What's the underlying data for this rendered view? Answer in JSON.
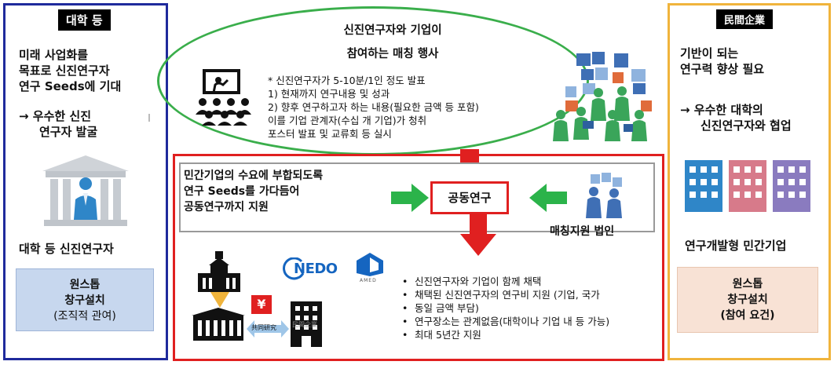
{
  "left": {
    "badge": "대학 등",
    "lines": [
      "미래 사업화를",
      "목표로 신진연구자",
      "연구 Seeds에 기대"
    ],
    "arrow_lines": [
      "→ 우수한 신진",
      "연구자 발굴"
    ],
    "caption": "대학 등 신진연구자",
    "box_lines": [
      "원스톱",
      "창구설치",
      "(조직적 관여)"
    ]
  },
  "ellipse": {
    "title_lines": [
      "신진연구자와 기업이",
      "참여하는 매칭 행사"
    ],
    "details": [
      "* 신진연구자가 5-10분/1인 정도 발표",
      "1)    현재까지 연구내용 및 성과",
      "2)    향후 연구하고자 하는 내용(필요한 금액 등 포함)",
      "이를 기업 관계자(수십 개 기업)가 청취",
      "포스터 발표 및 교류회 등 실시"
    ]
  },
  "support": {
    "lines": [
      "민간기업의 수요에 부합되도록",
      "연구 Seeds를 가다듬어",
      "공동연구까지 지원"
    ],
    "joint": "공동연구",
    "matching_org": "매칭지원 법인",
    "nedo": "NEDO",
    "amed": "AMED",
    "yen": "¥",
    "collab_label": "共同研究",
    "building_label": "民間企業",
    "bullets": [
      "신진연구자와 기업이 함께 채택",
      "채택된 신진연구자의 연구비 지원 (기업, 국가",
      "동일 금액 부담)",
      "연구장소는 관계없음(대학이나 기업 내 등 가능)",
      "최대 5년간 지원"
    ]
  },
  "right": {
    "badge": "民間企業",
    "lines": [
      "기반이 되는",
      "연구력 향상 필요"
    ],
    "arrow_lines": [
      "→ 우수한 대학의",
      "신진연구자와 협업"
    ],
    "caption": "연구개발형 민간기업",
    "box_lines": [
      "원스톱",
      "창구설치",
      "(참여 요건)"
    ]
  },
  "colors": {
    "left_border": "#1f2a9c",
    "right_border": "#f0b43c",
    "ellipse": "#3aae4b",
    "red": "#e02020",
    "green_arrow": "#2bb34a",
    "nedo_blue": "#1565c0",
    "building_blue": "#2f86c8",
    "building_pink": "#d77a8a",
    "building_purple": "#8a7bbf"
  }
}
